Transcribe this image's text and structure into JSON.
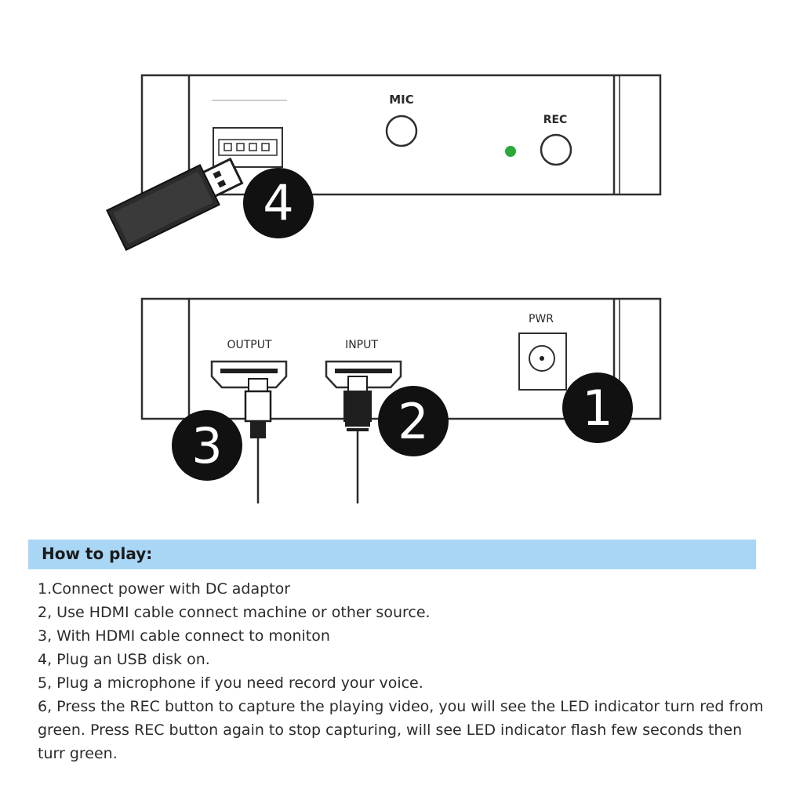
{
  "device_front": {
    "mic_label": "MIC",
    "rec_label": "REC",
    "led_color": "#2aa83a",
    "callout_usb": "4"
  },
  "device_back": {
    "output_label": "OUTPUT",
    "input_label": "INPUT",
    "pwr_label": "PWR",
    "callout_power": "1",
    "callout_input": "2",
    "callout_output": "3"
  },
  "instructions": {
    "title": "How to play:",
    "steps": [
      "1.Connect power with DC adaptor",
      "2, Use HDMI cable connect machine or other source.",
      "3, With HDMI cable connect to moniton",
      "4, Plug an USB disk on.",
      "5, Plug a microphone if you need record your voice.",
      "6, Press the REC button to capture the playing video, you will see the LED indicator turn red from green. Press REC button again to stop capturing, will see LED indicator flash few seconds then turr green."
    ]
  },
  "colors": {
    "banner": "#a9d6f5",
    "callout_fill": "#111111",
    "device_line": "#2f2f2f"
  }
}
